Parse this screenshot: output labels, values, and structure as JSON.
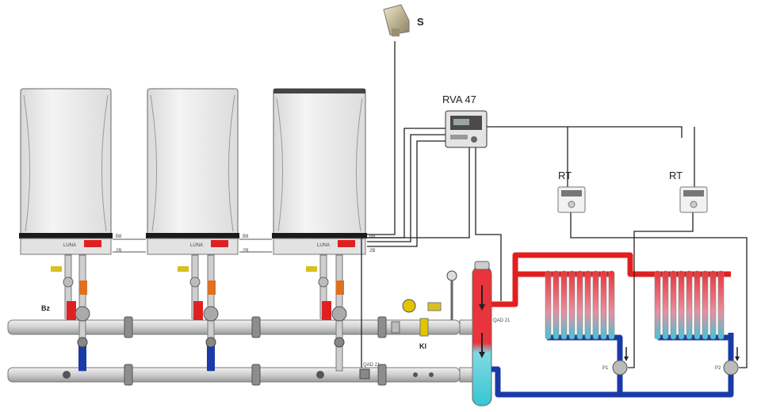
{
  "labels": {
    "outdoor_sensor": "S",
    "controller": "RVA 47",
    "room_thermostat_1": "RT",
    "room_thermostat_2": "RT",
    "boiler_pump": "Bz",
    "check_valve": "Kl",
    "sensor_qad_supply": "QAD 21",
    "sensor_qad_return": "QAD 21",
    "pump_1": "P1",
    "pump_2": "P2"
  },
  "boilers": [
    {
      "badge": "LUNA",
      "port_out": "B8",
      "port_in": "2B"
    },
    {
      "badge": "LUNA",
      "port_out": "B8",
      "port_in": "2B"
    },
    {
      "badge": "LUNA",
      "port_out": "B8",
      "port_in": "2B"
    }
  ],
  "colors": {
    "hot_pipe": "#e02020",
    "cold_pipe": "#1a3aa8",
    "header_pipe": "#c9c9c9",
    "wire": "#222222",
    "boiler_body": "#eeeeee"
  }
}
